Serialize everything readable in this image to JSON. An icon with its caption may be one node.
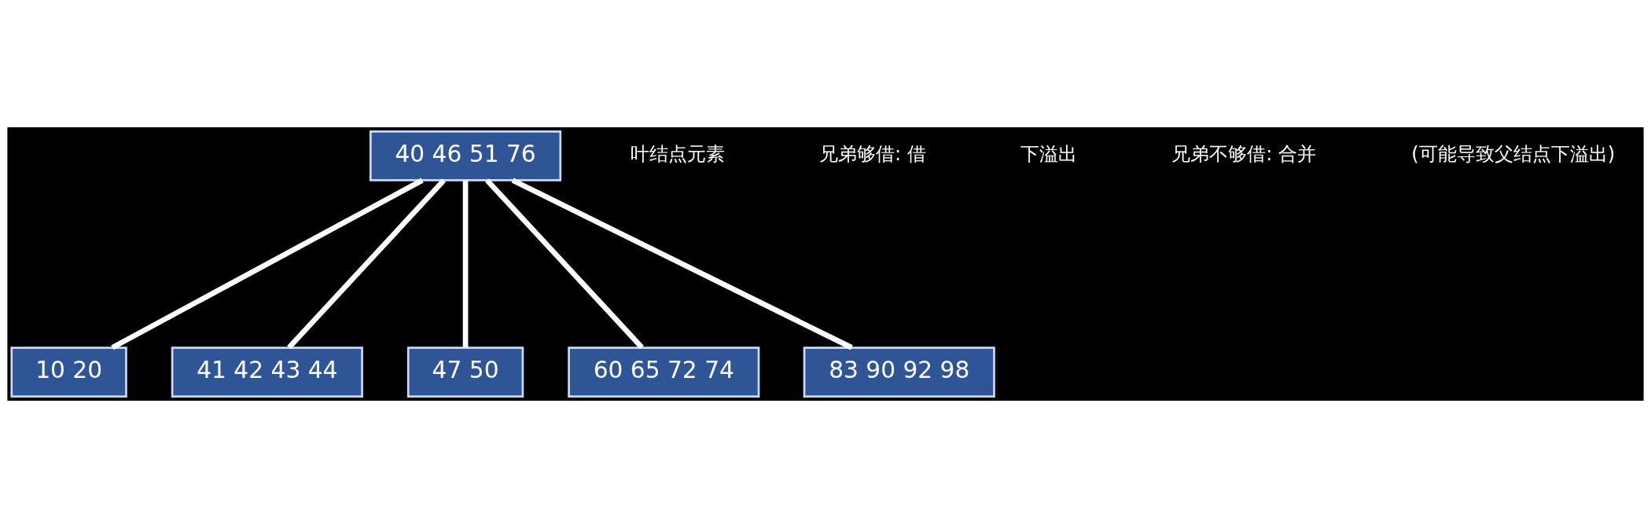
{
  "diagram": {
    "nodes": [
      {
        "text": [
          "40 46 51 76"
        ]
      },
      {
        "text": [
          "10 20"
        ]
      },
      {
        "text": [
          "41 42 43 44"
        ]
      },
      {
        "text": [
          "47 50"
        ]
      },
      {
        "text": [
          "60 65 72 74"
        ]
      },
      {
        "text": [
          "83 90 92 98"
        ]
      }
    ],
    "edges": [
      {
        "from": 0,
        "to": 1,
        "arrow": "none"
      },
      {
        "from": 0,
        "to": 2,
        "arrow": "none"
      },
      {
        "from": 0,
        "to": 3,
        "arrow": "none"
      },
      {
        "from": 0,
        "to": 4,
        "arrow": "none"
      },
      {
        "from": 0,
        "to": 5,
        "arrow": "none"
      }
    ],
    "labels": [
      "叶结点元素",
      "兄弟够借: 借",
      "下溢出",
      "兄弟不够借: 合并",
      "(可能导致父结点下溢出)"
    ]
  }
}
